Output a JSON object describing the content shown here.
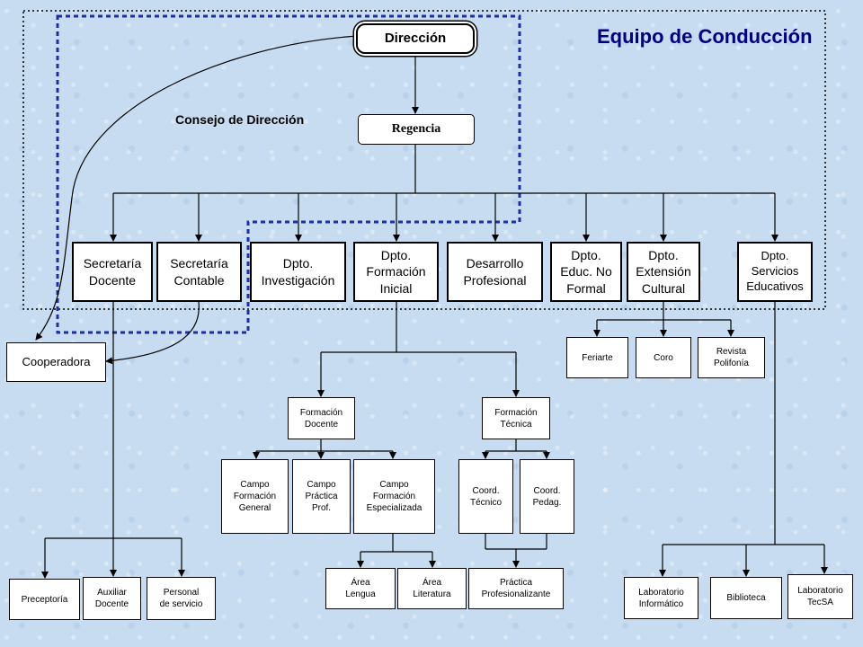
{
  "title": "Equipo de Conducción",
  "consejo_label": "Consejo de Dirección",
  "direccion": "Dirección",
  "regencia": "Regencia",
  "departments": {
    "secretaria_docente": "Secretaría\nDocente",
    "secretaria_contable": "Secretaría\nContable",
    "investigacion": "Dpto.\nInvestigación",
    "formacion_inicial": "Dpto.\nFormación\nInicial",
    "desarrollo_profesional": "Desarrollo\nProfesional",
    "educ_no_formal": "Dpto.\nEduc. No\nFormal",
    "extension_cultural": "Dpto.\nExtensión\nCultural",
    "servicios_educativos": "Dpto.\nServicios\nEducativos"
  },
  "cooperadora": "Cooperadora",
  "extension": {
    "feriarte": "Feriarte",
    "coro": "Coro",
    "revista": "Revista\nPolifonía"
  },
  "formacion": {
    "docente": "Formación\nDocente",
    "tecnica": "Formación\nTécnica"
  },
  "campos": {
    "general": "Campo\nFormación\nGeneral",
    "practica": "Campo\nPráctica\nProf.",
    "especializada": "Campo\nFormación\nEspecializada"
  },
  "coord": {
    "tecnico": "Coord.\nTécnico",
    "pedag": "Coord.\nPedag."
  },
  "areas": {
    "lengua": "Área\nLengua",
    "literatura": "Área\nLiteratura"
  },
  "practica_prof": "Práctica\nProfesionalizante",
  "bottom_left": {
    "preceptoria": "Preceptoría",
    "auxiliar": "Auxiliar\nDocente",
    "personal": "Personal\nde servicio"
  },
  "bottom_right": {
    "lab_inf": "Laboratorio\nInformático",
    "biblioteca": "Biblioteca",
    "lab_tecsa": "Laboratorio\nTecSA"
  }
}
